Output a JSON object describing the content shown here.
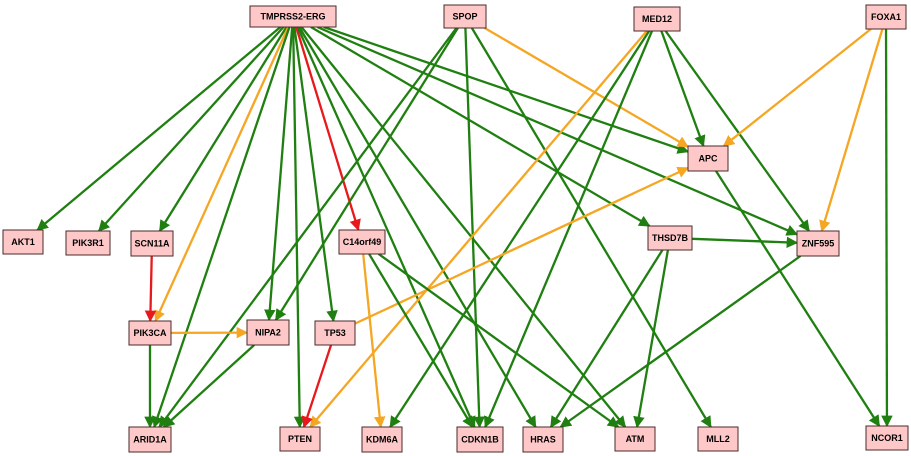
{
  "colors": {
    "green": "#1f7f10",
    "orange": "#f5a623",
    "red": "#e8191c",
    "node_fill": "#ffc8c8"
  },
  "nodes": {
    "TMPRSS2-ERG": "TMPRSS2-ERG",
    "SPOP": "SPOP",
    "MED12": "MED12",
    "FOXA1": "FOXA1",
    "APC": "APC",
    "THSD7B": "THSD7B",
    "ZNF595": "ZNF595",
    "AKT1": "AKT1",
    "PIK3R1": "PIK3R1",
    "SCN11A": "SCN11A",
    "C14orf49": "C14orf49",
    "PIK3CA": "PIK3CA",
    "NIPA2": "NIPA2",
    "TP53": "TP53",
    "ARID1A": "ARID1A",
    "PTEN": "PTEN",
    "KDM6A": "KDM6A",
    "CDKN1B": "CDKN1B",
    "HRAS": "HRAS",
    "ATM": "ATM",
    "MLL2": "MLL2",
    "NCOR1": "NCOR1"
  },
  "edges": [
    [
      "TMPRSS2-ERG",
      "AKT1",
      "green"
    ],
    [
      "TMPRSS2-ERG",
      "PIK3R1",
      "green"
    ],
    [
      "TMPRSS2-ERG",
      "SCN11A",
      "green"
    ],
    [
      "TMPRSS2-ERG",
      "PIK3CA",
      "orange"
    ],
    [
      "TMPRSS2-ERG",
      "ARID1A",
      "green"
    ],
    [
      "TMPRSS2-ERG",
      "NIPA2",
      "green"
    ],
    [
      "TMPRSS2-ERG",
      "PTEN",
      "green"
    ],
    [
      "TMPRSS2-ERG",
      "TP53",
      "green"
    ],
    [
      "TMPRSS2-ERG",
      "C14orf49",
      "red"
    ],
    [
      "TMPRSS2-ERG",
      "CDKN1B",
      "green"
    ],
    [
      "TMPRSS2-ERG",
      "HRAS",
      "green"
    ],
    [
      "TMPRSS2-ERG",
      "ATM",
      "green"
    ],
    [
      "TMPRSS2-ERG",
      "THSD7B",
      "green"
    ],
    [
      "TMPRSS2-ERG",
      "APC",
      "green"
    ],
    [
      "TMPRSS2-ERG",
      "ZNF595",
      "green"
    ],
    [
      "SPOP",
      "ARID1A",
      "green"
    ],
    [
      "SPOP",
      "NIPA2",
      "green"
    ],
    [
      "SPOP",
      "CDKN1B",
      "green"
    ],
    [
      "SPOP",
      "MLL2",
      "green"
    ],
    [
      "SPOP",
      "APC",
      "orange"
    ],
    [
      "MED12",
      "PTEN",
      "orange"
    ],
    [
      "MED12",
      "KDM6A",
      "green"
    ],
    [
      "MED12",
      "CDKN1B",
      "green"
    ],
    [
      "MED12",
      "APC",
      "green"
    ],
    [
      "MED12",
      "ZNF595",
      "green"
    ],
    [
      "FOXA1",
      "APC",
      "orange"
    ],
    [
      "FOXA1",
      "ZNF595",
      "orange"
    ],
    [
      "FOXA1",
      "NCOR1",
      "green"
    ],
    [
      "APC",
      "NCOR1",
      "green"
    ],
    [
      "THSD7B",
      "ZNF595",
      "green"
    ],
    [
      "THSD7B",
      "HRAS",
      "green"
    ],
    [
      "THSD7B",
      "ATM",
      "green"
    ],
    [
      "ZNF595",
      "HRAS",
      "green"
    ],
    [
      "SCN11A",
      "PIK3CA",
      "red"
    ],
    [
      "PIK3CA",
      "NIPA2",
      "orange"
    ],
    [
      "PIK3CA",
      "ARID1A",
      "green"
    ],
    [
      "NIPA2",
      "ARID1A",
      "green"
    ],
    [
      "TP53",
      "PTEN",
      "red"
    ],
    [
      "TP53",
      "APC",
      "orange"
    ],
    [
      "C14orf49",
      "KDM6A",
      "orange"
    ],
    [
      "C14orf49",
      "CDKN1B",
      "green"
    ],
    [
      "C14orf49",
      "ATM",
      "green"
    ]
  ]
}
